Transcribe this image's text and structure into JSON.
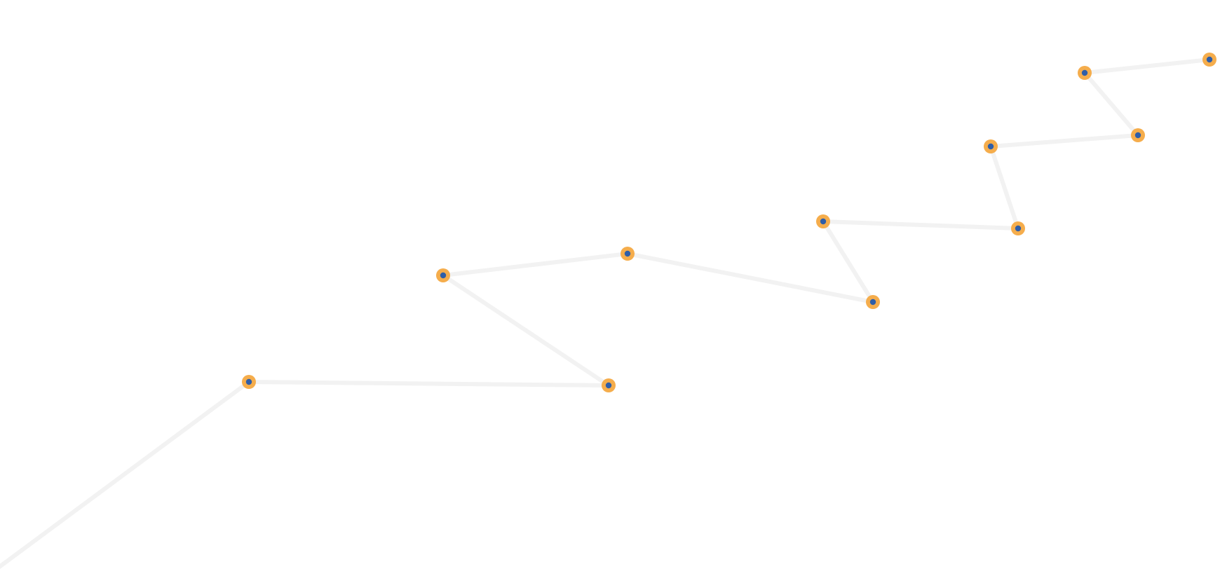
{
  "diagram": {
    "nodes": [
      {
        "id": "node-1"
      },
      {
        "id": "node-2"
      },
      {
        "id": "node-3"
      },
      {
        "id": "node-4"
      },
      {
        "id": "node-5"
      },
      {
        "id": "node-6"
      },
      {
        "id": "node-7"
      },
      {
        "id": "node-8"
      },
      {
        "id": "node-9"
      },
      {
        "id": "node-10"
      },
      {
        "id": "node-11"
      },
      {
        "id": "node-12"
      },
      {
        "id": "node-13"
      }
    ],
    "colors": {
      "background": "#ffffff",
      "path_line": "#f2f2f2",
      "node_ring": "#f5ad4c",
      "node_center": "#2f5ea8"
    }
  }
}
